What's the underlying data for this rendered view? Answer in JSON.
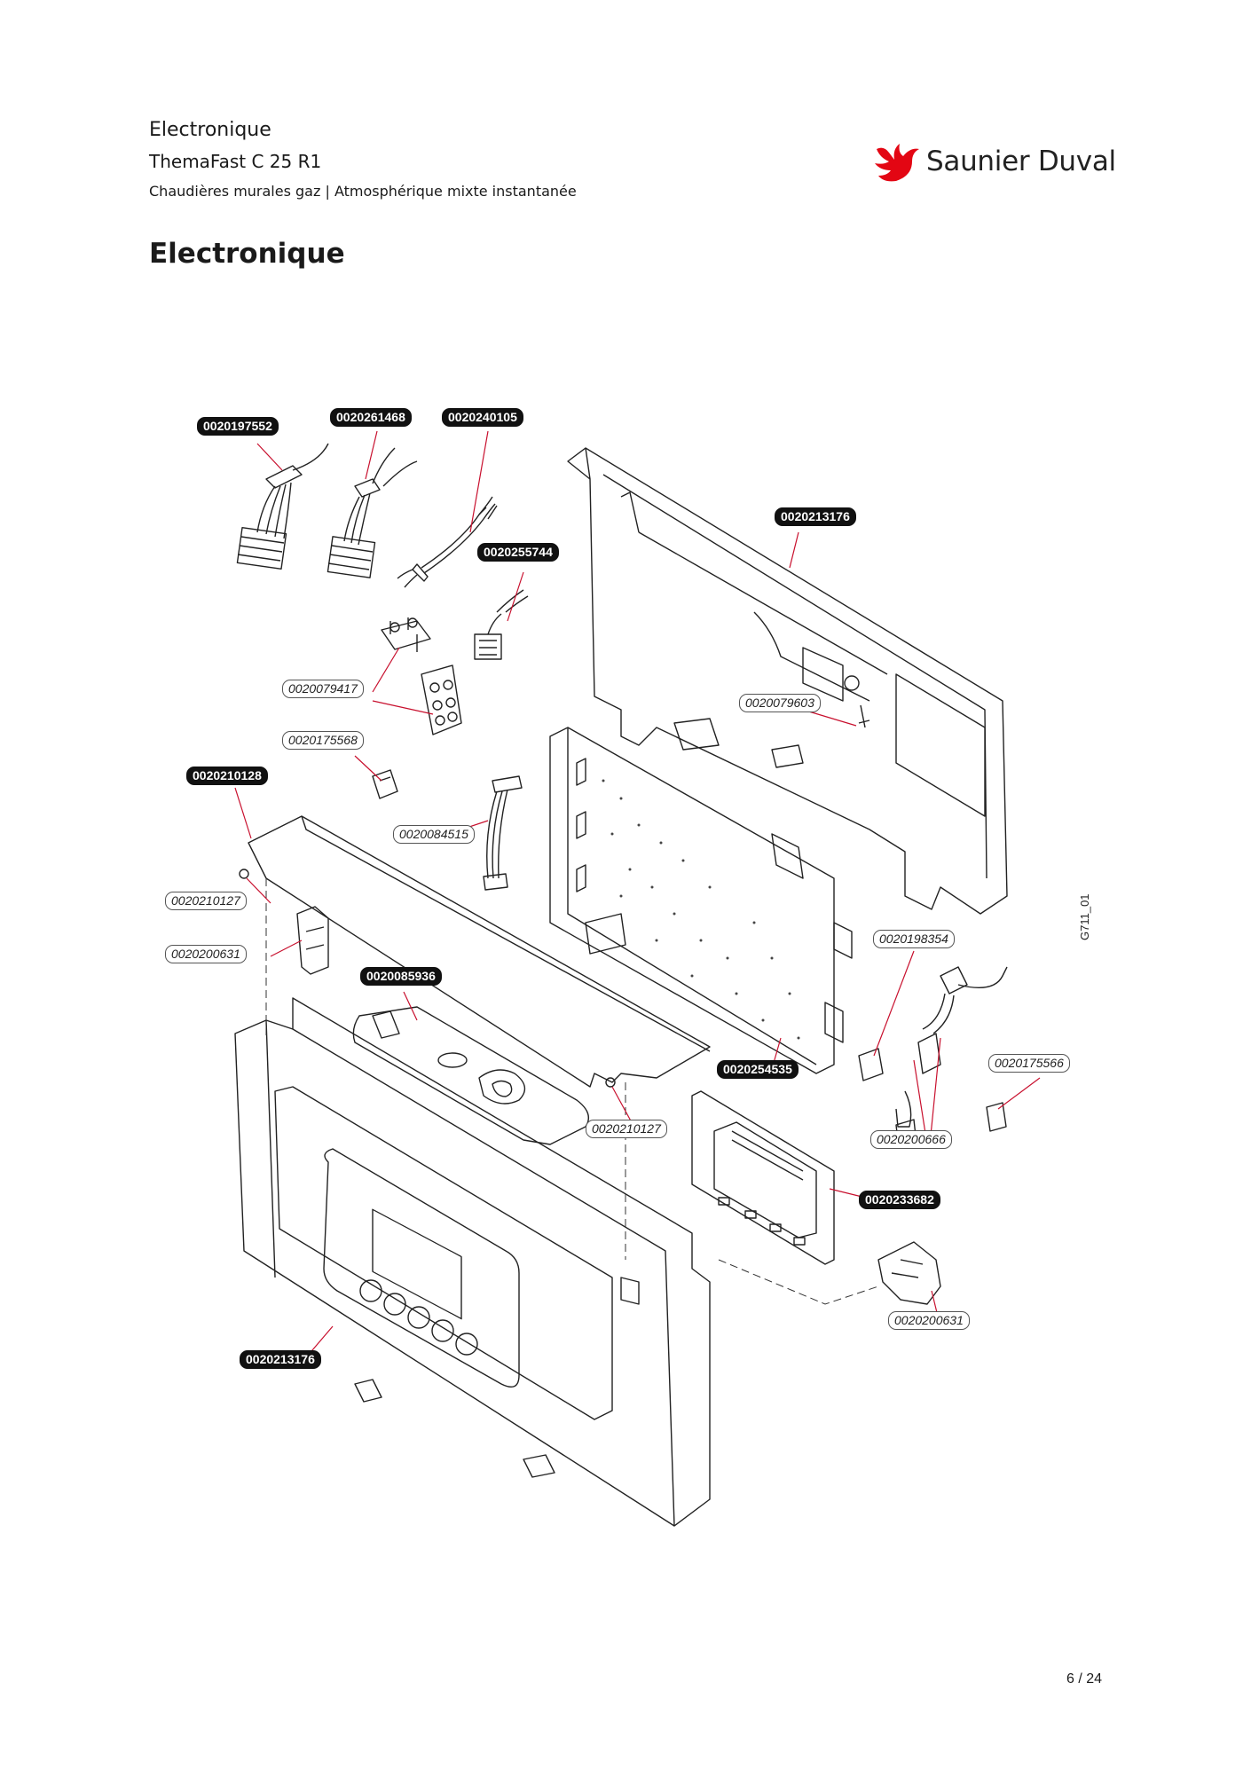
{
  "header": {
    "section": "Electronique",
    "model": "ThemaFast C 25 R1",
    "category": "Chaudières murales gaz | Atmosphérique mixte instantanée"
  },
  "brand": {
    "name": "Saunier Duval",
    "logo_icon": "red-bird-logo-icon",
    "color": "#e30613"
  },
  "page_title": "Electronique",
  "drawing_code": "G711_01",
  "parts": [
    {
      "ref": "0020197552",
      "style": "filled"
    },
    {
      "ref": "0020261468",
      "style": "filled"
    },
    {
      "ref": "0020240105",
      "style": "filled"
    },
    {
      "ref": "0020213176",
      "style": "filled"
    },
    {
      "ref": "0020255744",
      "style": "filled"
    },
    {
      "ref": "0020079417",
      "style": "outline"
    },
    {
      "ref": "0020079603",
      "style": "outline"
    },
    {
      "ref": "0020175568",
      "style": "outline"
    },
    {
      "ref": "0020210128",
      "style": "filled"
    },
    {
      "ref": "0020084515",
      "style": "outline"
    },
    {
      "ref": "0020210127",
      "style": "outline"
    },
    {
      "ref": "0020200631",
      "style": "outline"
    },
    {
      "ref": "0020085936",
      "style": "filled"
    },
    {
      "ref": "0020198354",
      "style": "outline"
    },
    {
      "ref": "0020254535",
      "style": "filled"
    },
    {
      "ref": "0020175566",
      "style": "outline"
    },
    {
      "ref": "0020210127",
      "style": "outline"
    },
    {
      "ref": "0020200666",
      "style": "outline"
    },
    {
      "ref": "0020233682",
      "style": "filled"
    },
    {
      "ref": "0020200631",
      "style": "outline"
    },
    {
      "ref": "0020213176",
      "style": "filled"
    }
  ],
  "page_number": "6 / 24"
}
